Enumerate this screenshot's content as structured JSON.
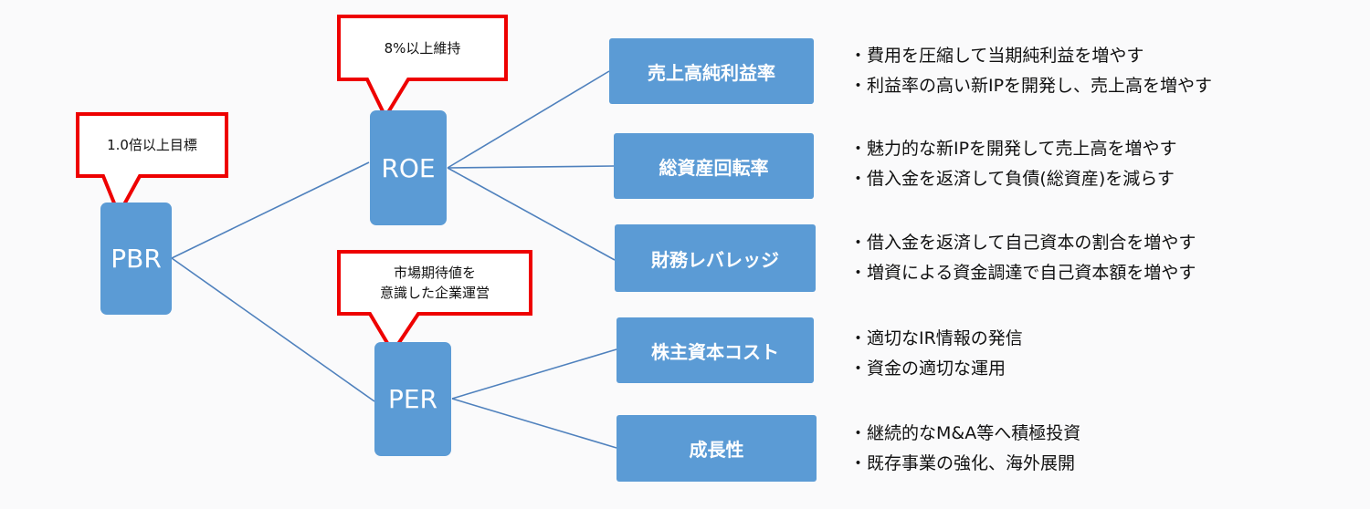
{
  "colors": {
    "node": "#5b9bd5",
    "callout_border": "#ee0000",
    "line": "#4f81bd"
  },
  "nodes": {
    "pbr": "PBR",
    "roe": "ROE",
    "per": "PER"
  },
  "callouts": {
    "pbr": "1.0倍以上目標",
    "roe": "8%以上維持",
    "per_line1": "市場期待値を",
    "per_line2": "意識した企業運営"
  },
  "factors": [
    {
      "label": "売上高純利益率",
      "bullets": [
        "・費用を圧縮して当期純利益を増やす",
        "・利益率の高い新IPを開発し、売上高を増やす"
      ]
    },
    {
      "label": "総資産回転率",
      "bullets": [
        "・魅力的な新IPを開発して売上高を増やす",
        "・借入金を返済して負債(総資産)を減らす"
      ]
    },
    {
      "label": "財務レバレッジ",
      "bullets": [
        "・借入金を返済して自己資本の割合を増やす",
        "・増資による資金調達で自己資本額を増やす"
      ]
    },
    {
      "label": "株主資本コスト",
      "bullets": [
        "・適切なIR情報の発信",
        "・資金の適切な運用"
      ]
    },
    {
      "label": "成長性",
      "bullets": [
        "・継続的なM&A等へ積極投資",
        "・既存事業の強化、海外展開"
      ]
    }
  ]
}
